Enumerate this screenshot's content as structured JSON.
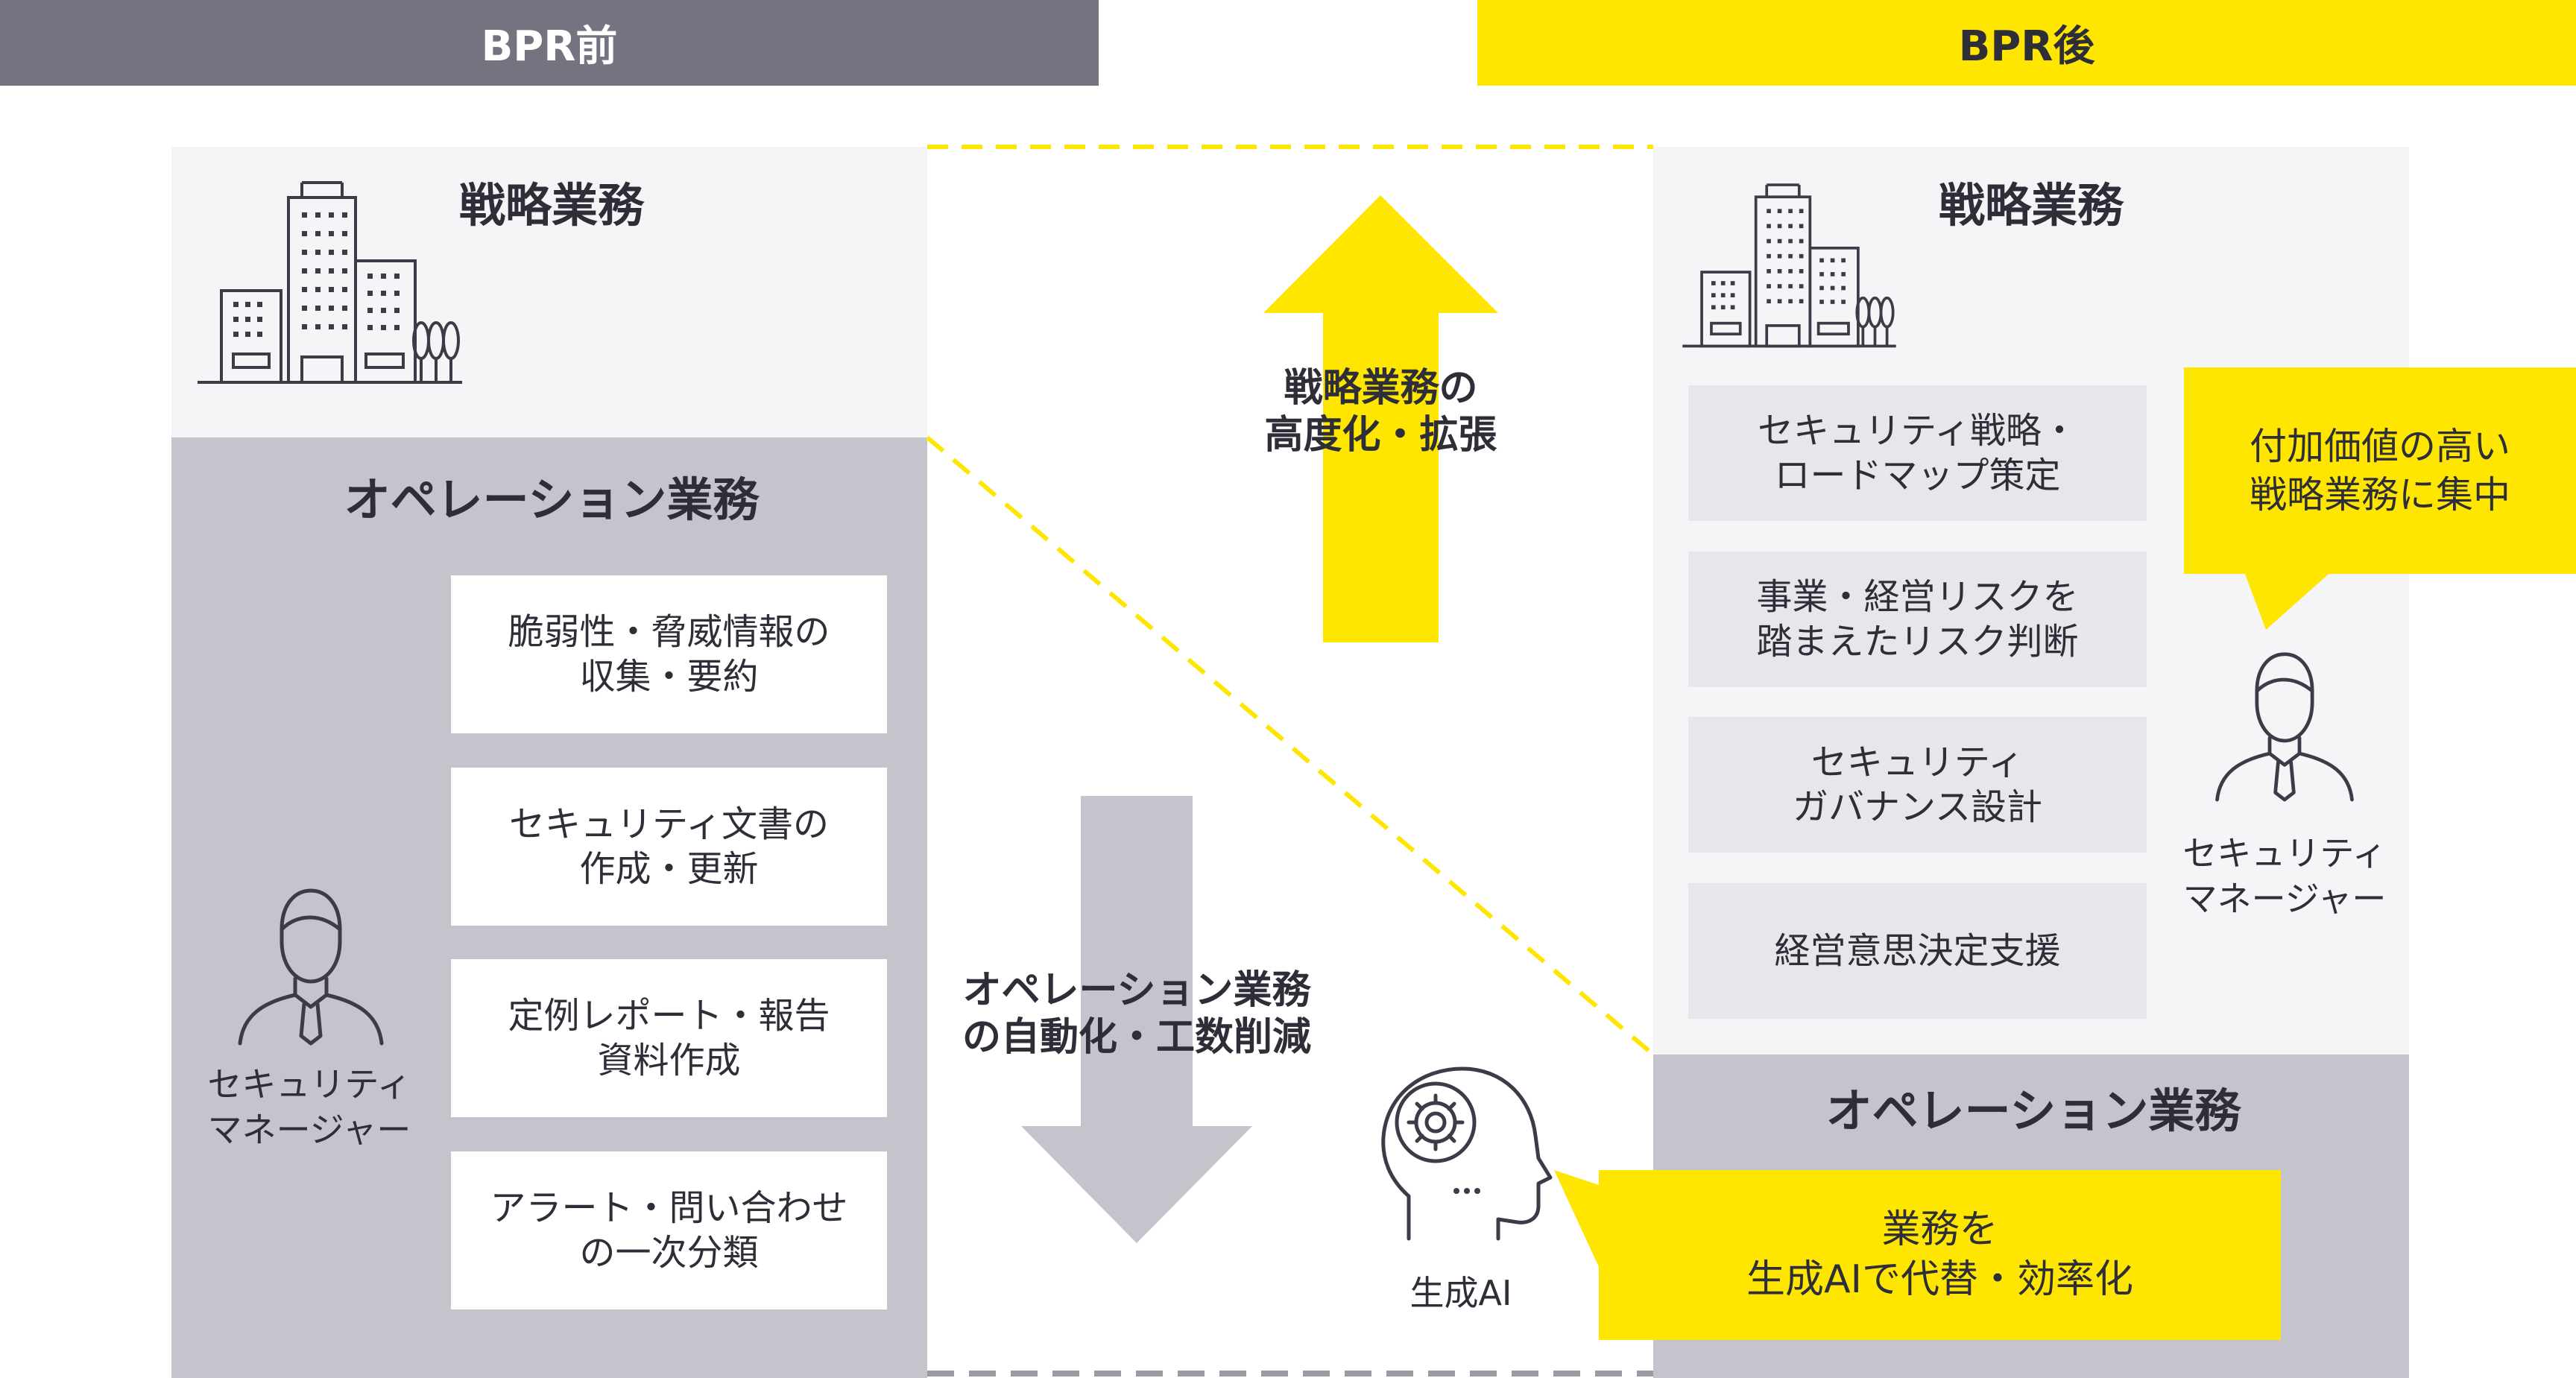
{
  "headers": {
    "before": "BPR前",
    "after": "BPR後"
  },
  "before": {
    "strategy_title": "戦略業務",
    "operation_title": "オペレーション業務",
    "tasks": [
      "脆弱性・脅威情報の\n収集・要約",
      "セキュリティ文書の\n作成・更新",
      "定例レポート・報告\n資料作成",
      "アラート・問い合わせ\nの一次分類"
    ],
    "person_label": "セキュリティ\nマネージャー"
  },
  "middle": {
    "up_label": "戦略業務の\n高度化・拡張",
    "down_label": "オペレーション業務\nの自動化・工数削減",
    "ai_label": "生成AI"
  },
  "after": {
    "strategy_title": "戦略業務",
    "tasks": [
      "セキュリティ戦略・\nロードマップ策定",
      "事業・経営リスクを\n踏まえたリスク判断",
      "セキュリティ\nガバナンス設計",
      "経営意思決定支援"
    ],
    "callout": "付加価値の高い\n戦略業務に集中",
    "person_label": "セキュリティ\nマネージャー",
    "operation_title": "オペレーション業務",
    "ai_callout": "業務を\n生成AIで代替・効率化"
  },
  "colors": {
    "accent_yellow": "#ffe600",
    "header_gray": "#747480",
    "panel_light": "#f5f5f8",
    "panel_gray": "#c4c4cd",
    "box_gray": "#e6e6eb",
    "text": "#2e2e38"
  },
  "icons": [
    "building-icon",
    "person-icon",
    "ai-head-gear-icon"
  ]
}
